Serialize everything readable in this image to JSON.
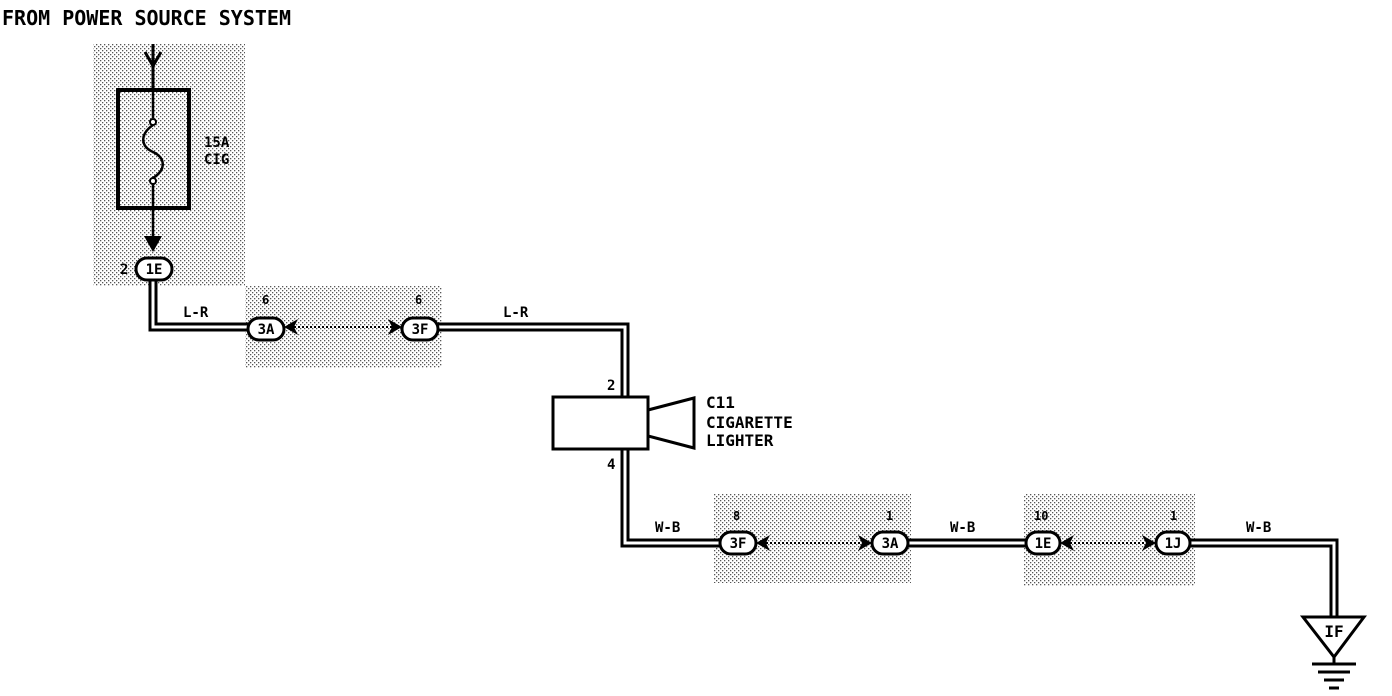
{
  "header": {
    "source_label": "FROM POWER SOURCE SYSTEM"
  },
  "fuse": {
    "rating": "15A",
    "name": "CIG"
  },
  "wires": {
    "lr_1": "L-R",
    "lr_2": "L-R",
    "wb_1": "W-B",
    "wb_2": "W-B",
    "wb_3": "W-B"
  },
  "connectors": {
    "c1": {
      "id": "1E",
      "pin": "2"
    },
    "c2": {
      "id": "3A",
      "pin": "6"
    },
    "c3": {
      "id": "3F",
      "pin": "6"
    },
    "c4": {
      "id": "3F",
      "pin": "8"
    },
    "c5": {
      "id": "3A",
      "pin": "1"
    },
    "c6": {
      "id": "1E",
      "pin": "10"
    },
    "c7": {
      "id": "1J",
      "pin": "1"
    }
  },
  "component": {
    "code": "C11",
    "name_line1": "CIGARETTE",
    "name_line2": "LIGHTER",
    "pin_top": "2",
    "pin_bottom": "4"
  },
  "ground": {
    "id": "IF"
  }
}
